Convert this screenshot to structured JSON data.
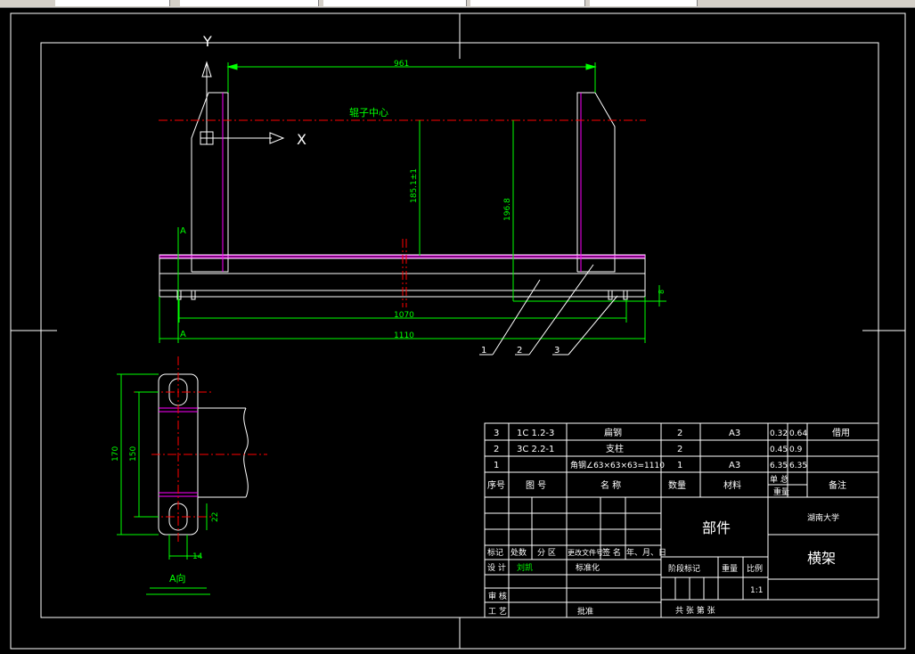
{
  "colors": {
    "background": "#000000",
    "frame": "#ffffff",
    "dimension": "#00ff00",
    "centerline": "#ff0000",
    "hidden_line": "#ff00ff",
    "leader": "#ffffff",
    "title_text": "#ffffff"
  },
  "axis": {
    "x_label": "X",
    "y_label": "Y"
  },
  "main_view": {
    "top_dimension": "961",
    "center_label": "辊子中心",
    "dim_vertical_1": "185.1±1",
    "dim_vertical_2": "196.8",
    "dim_small": "8",
    "dim_1070": "1070",
    "dim_1110": "1110",
    "section_mark_top": "A",
    "section_mark_bottom": "A",
    "callouts": [
      "1",
      "2",
      "3"
    ]
  },
  "side_view": {
    "dim_170": "170",
    "dim_150": "150",
    "dim_22": "22",
    "dim_14": "14",
    "view_label": "A向"
  },
  "bom": [
    {
      "no": "3",
      "code": "1C 1.2-3",
      "name": "扁钢",
      "qty": "2",
      "material": "A3",
      "w1": "0.32",
      "w2": "0.64",
      "note": "借用"
    },
    {
      "no": "2",
      "code": "3C 2.2-1",
      "name": "支柱",
      "qty": "2",
      "material": "",
      "w1": "0.45",
      "w2": "0.9",
      "note": ""
    },
    {
      "no": "1",
      "code": "",
      "name": "角钢∠63×63×63=1110",
      "qty": "1",
      "material": "A3",
      "w1": "6.35",
      "w2": "6.35",
      "note": ""
    }
  ],
  "bom_header": {
    "no": "序号",
    "code": "图 号",
    "name": "名 称",
    "qty": "数量",
    "material": "材料",
    "weight_single": "单 总",
    "weight": "重量",
    "note": "备注"
  },
  "title_block": {
    "part_label": "部件",
    "school": "湖南大学",
    "part_name": "横架",
    "rev_header": [
      "标记",
      "处数",
      "分 区",
      "更改文件号",
      "签 名",
      "年、月、日"
    ],
    "design": "设 计",
    "designer": "刘凯",
    "standardize": "标准化",
    "review": "审 核",
    "process": "工 艺",
    "approve": "批准",
    "stage_mark": "阶段标记",
    "weight": "重量",
    "scale": "比例",
    "scale_value": "1:1",
    "sheets": "共  张  第  张"
  }
}
